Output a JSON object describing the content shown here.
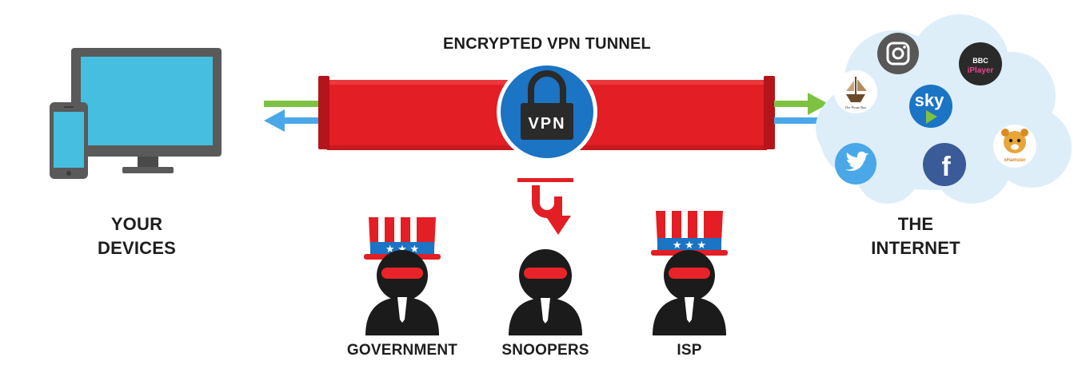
{
  "tunnel": {
    "title": "ENCRYPTED VPN TUNNEL",
    "lock_text": "VPN"
  },
  "devices": {
    "line1": "YOUR",
    "line2": "DEVICES"
  },
  "internet": {
    "line1": "THE",
    "line2": "INTERNET"
  },
  "observers": [
    {
      "label": "GOVERNMENT",
      "hat": true
    },
    {
      "label": "SNOOPERS",
      "hat": false
    },
    {
      "label": "ISP",
      "hat": true
    }
  ],
  "services": [
    {
      "name": "instagram-icon"
    },
    {
      "name": "bbc-iplayer-icon",
      "text_top": "BBC",
      "text_bottom": "iPlayer"
    },
    {
      "name": "pirate-bay-icon",
      "text": "The Pirate Bay"
    },
    {
      "name": "sky-icon",
      "text": "sky"
    },
    {
      "name": "xhamster-icon",
      "text": "xHamster"
    },
    {
      "name": "twitter-icon"
    },
    {
      "name": "facebook-icon",
      "text": "f"
    }
  ],
  "colors": {
    "tunnel_red": "#e31e24",
    "tunnel_dark": "#b3151b",
    "lock_blue": "#1b74c4",
    "arrow_green": "#7dc242",
    "arrow_blue": "#4aa8e8",
    "screen_blue": "#45bedf",
    "device_gray": "#5a5a5a",
    "cloud": "#ddeef9",
    "figure_black": "#1b1b1b",
    "mask_red": "#e8232a"
  }
}
